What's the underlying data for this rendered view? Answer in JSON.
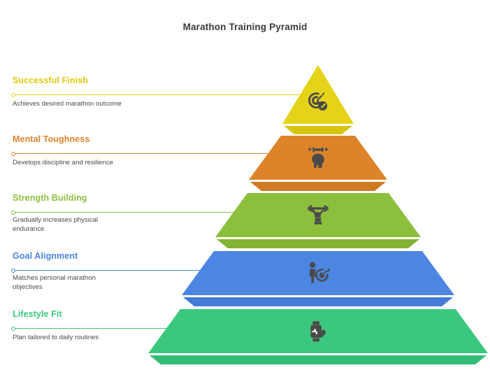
{
  "title": "Marathon Training Pyramid",
  "background": "#ffffff",
  "chart_data": {
    "type": "pyramid",
    "title": "Marathon Training Pyramid",
    "orientation": "vertical-apex-up",
    "levels": [
      {
        "rank": 1,
        "position": "top",
        "label": "Successful Finish",
        "description": "Achieves desired marathon outcome",
        "color": "#E4D318",
        "base_color": "#D6C40F",
        "icon": "target-arrow-check-icon"
      },
      {
        "rank": 2,
        "position": "second",
        "label": "Mental Toughness",
        "description": "Develops discipline and resilience",
        "color": "#DD842B",
        "base_color": "#D07A23",
        "icon": "mental-strength-head-icon"
      },
      {
        "rank": 3,
        "position": "middle",
        "label": "Strength Building",
        "description": "Gradually increases physical endurance",
        "color": "#8CBF3C",
        "base_color": "#82B334",
        "icon": "weightlifter-icon"
      },
      {
        "rank": 4,
        "position": "fourth",
        "label": "Goal Alignment",
        "description": "Matches personal marathon objectives",
        "color": "#4C85E2",
        "base_color": "#447BD6",
        "icon": "person-target-icon"
      },
      {
        "rank": 5,
        "position": "bottom",
        "label": "Lifestyle Fit",
        "description": "Plan tailored to daily routines",
        "color": "#3BC87E",
        "base_color": "#33BC74",
        "icon": "smartwatch-heart-icon"
      }
    ]
  },
  "icon_color": "#4a4a4a"
}
